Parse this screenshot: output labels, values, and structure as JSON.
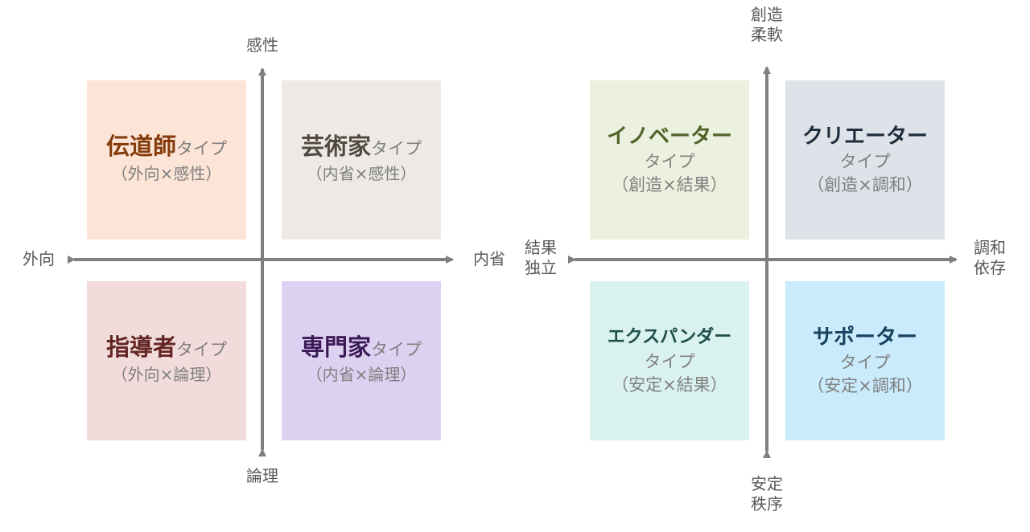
{
  "left": {
    "axis": {
      "top": "感性",
      "bottom": "論理",
      "left": "外向",
      "right": "内省"
    },
    "quadrants": [
      {
        "name": "伝道師",
        "suffix": "タイプ",
        "sub": "（外向×感性）",
        "bg": "#fce4d6",
        "color": "#843c0c"
      },
      {
        "name": "芸術家",
        "suffix": "タイプ",
        "sub": "（内省×感性）",
        "bg": "#edeae6",
        "color": "#524a42"
      },
      {
        "name": "指導者",
        "suffix": "タイプ",
        "sub": "（外向×論理）",
        "bg": "#f2dcdb",
        "color": "#632523"
      },
      {
        "name": "専門家",
        "suffix": "タイプ",
        "sub": "（内省×論理）",
        "bg": "#dcd1f0",
        "color": "#3c1a57"
      }
    ]
  },
  "right": {
    "axis": {
      "top_line1": "創造",
      "top_line2": "柔軟",
      "bottom_line1": "安定",
      "bottom_line2": "秩序",
      "left_line1": "結果",
      "left_line2": "独立",
      "right_line1": "調和",
      "right_line2": "依存"
    },
    "quadrants": [
      {
        "name": "イノベーター",
        "suffix": "タイプ",
        "sub": "（創造×結果）",
        "bg": "#ebf1de",
        "color": "#4f6228"
      },
      {
        "name": "クリエーター",
        "suffix": "タイプ",
        "sub": "（創造×調和）",
        "bg": "#dde3e8",
        "color": "#1f2d3d"
      },
      {
        "name": "エクスパンダー",
        "suffix": "タイプ",
        "sub": "（安定×結果）",
        "bg": "#daf2ef",
        "color": "#1f4e4a"
      },
      {
        "name": "サポーター",
        "suffix": "タイプ",
        "sub": "（安定×調和）",
        "bg": "#c9ebfb",
        "color": "#17425f"
      }
    ]
  },
  "colors": {
    "arrow": "#7f7f7f"
  }
}
